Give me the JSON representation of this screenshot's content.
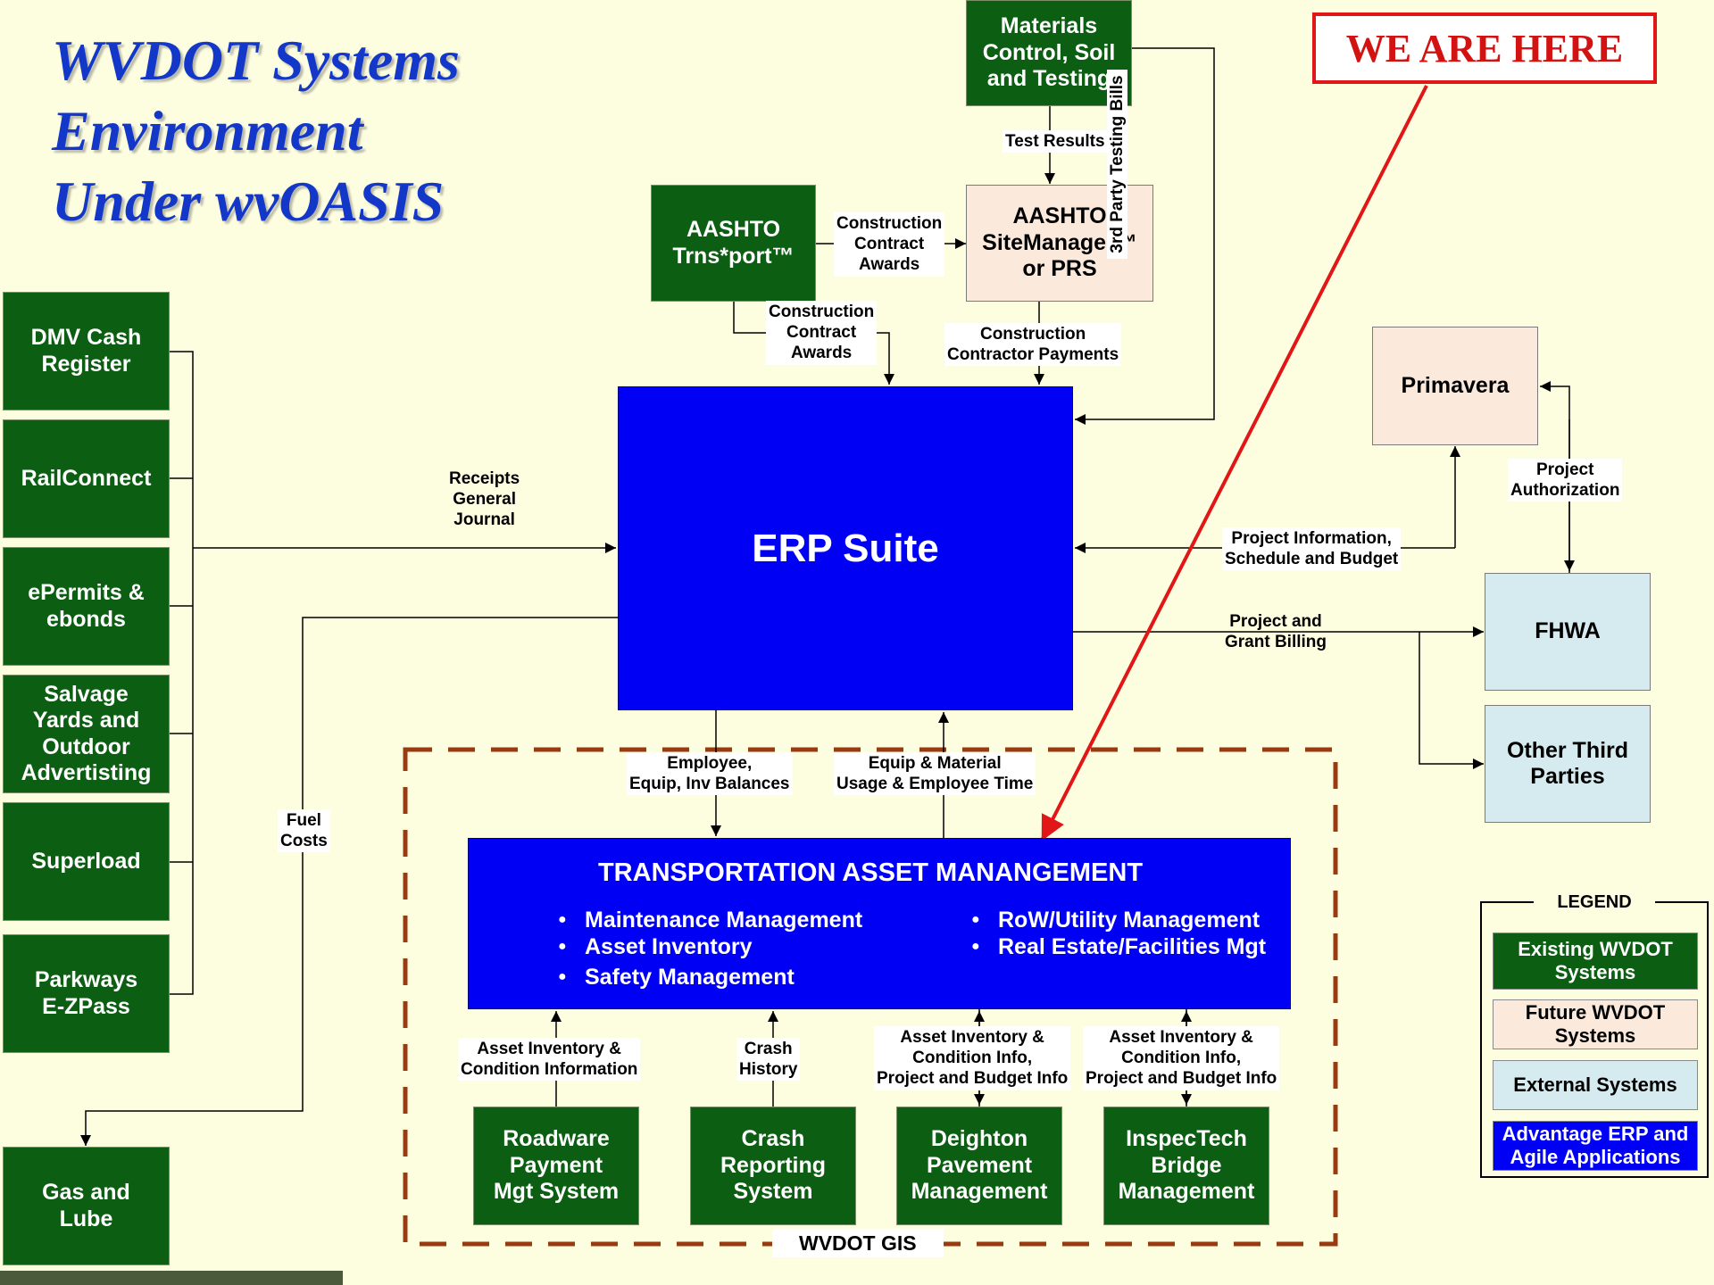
{
  "title": "WVDOT Systems\nEnvironment\nUnder wvOASIS",
  "callout": "WE ARE HERE",
  "center": "ERP Suite",
  "tam": {
    "title": "TRANSPORTATION ASSET MANANGEMENT",
    "col1": [
      "Maintenance Management",
      "Asset Inventory",
      "Safety Management"
    ],
    "col2": [
      "RoW/Utility Management",
      "Real Estate/Facilities Mgt"
    ]
  },
  "systems": {
    "materials": "Materials\nControl, Soil\nand Testing",
    "trnsport": "AASHTO\nTrns*port™",
    "sitemanager": "AASHTO\nSiteManager™\nor PRS",
    "primavera": "Primavera",
    "fhwa": "FHWA",
    "other_third": "Other Third\nParties",
    "dmv": "DMV Cash\nRegister",
    "railconnect": "RailConnect",
    "epermits": "ePermits &\nebonds",
    "salvage": "Salvage\nYards and\nOutdoor\nAdvertisting",
    "superload": "Superload",
    "parkways": "Parkways\nE-ZPass",
    "gas": "Gas and\nLube",
    "roadware": "Roadware\nPayment\nMgt System",
    "crash": "Crash\nReporting\nSystem",
    "deighton": "Deighton\nPavement\nManagement",
    "inspectech": "InspecTech\nBridge\nManagement"
  },
  "flows": {
    "test_results": "Test Results",
    "third_party": "3rd Party Testing Bills",
    "cca_right": "Construction\nContract\nAwards",
    "cca_down": "Construction\nContract\nAwards",
    "contractor_payments": "Construction\nContractor Payments",
    "receipts": "Receipts\nGeneral\nJournal",
    "project_info": "Project Information,\nSchedule and Budget",
    "project_auth": "Project\nAuthorization",
    "grant_billing": "Project and\nGrant Billing",
    "fuel_costs": "Fuel\nCosts",
    "employee_balances": "Employee,\nEquip, Inv Balances",
    "equip_usage": "Equip & Material\nUsage & Employee Time",
    "asset_condition": "Asset Inventory &\nCondition Information",
    "crash_history": "Crash\nHistory",
    "asset_project_1": "Asset Inventory &\nCondition Info,\nProject and Budget Info",
    "asset_project_2": "Asset Inventory &\nCondition Info,\nProject and Budget Info"
  },
  "gis_label": "WVDOT GIS",
  "legend": {
    "title": "LEGEND",
    "existing": "Existing WVDOT\nSystems",
    "future": "Future WVDOT\nSystems",
    "external": "External Systems",
    "erp": "Advantage ERP and\nAgile Applications"
  },
  "colors": {
    "existing": "#0b5e12",
    "future": "#fbe9dc",
    "external": "#d5ebef",
    "erp": "#0000f4",
    "callout": "#e11717",
    "gis_border": "#9a3a10"
  }
}
